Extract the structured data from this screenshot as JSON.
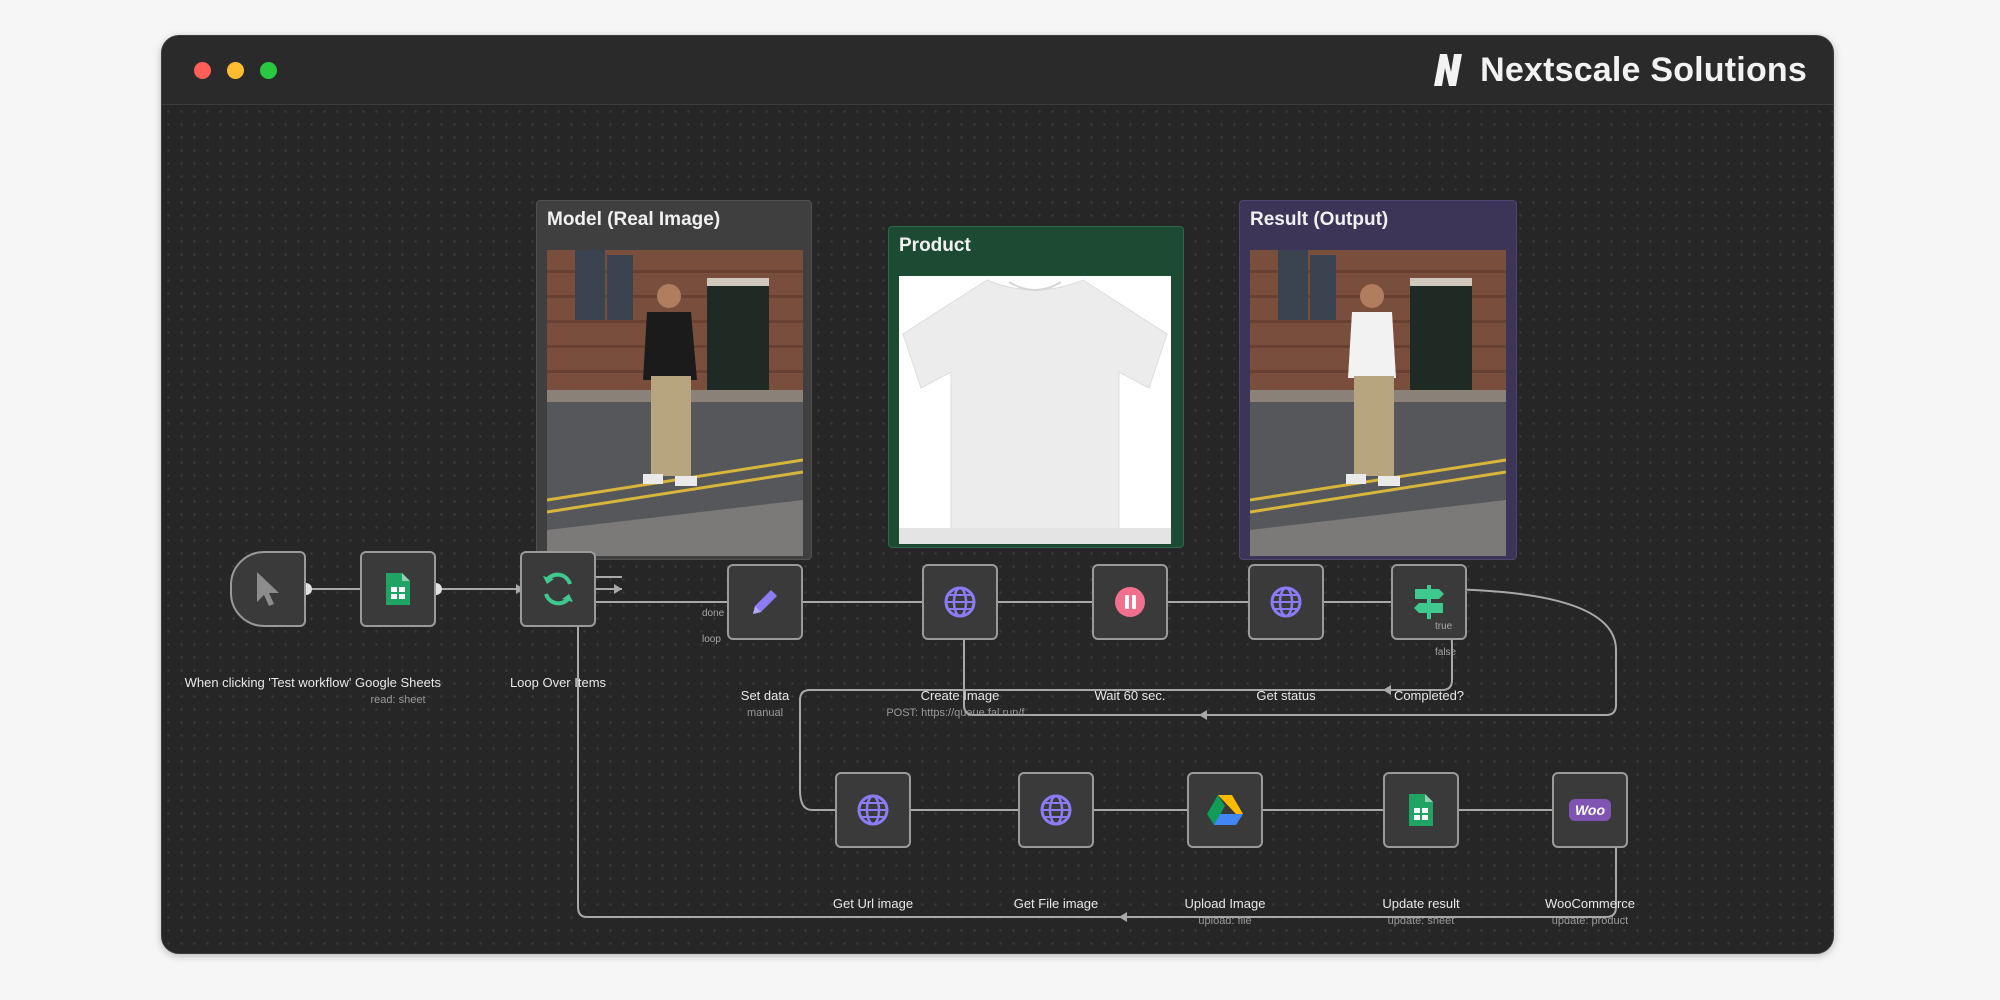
{
  "window": {
    "traffic_lights": [
      "#ff5f57",
      "#febc2e",
      "#28c840"
    ],
    "brand": {
      "logo_letter": "N",
      "name": "Nextscale Solutions"
    }
  },
  "notes": {
    "model": {
      "title": "Model (Real Image)",
      "color": "#3f3f3f"
    },
    "product": {
      "title": "Product",
      "color": "#1d4a32"
    },
    "result": {
      "title": "Result (Output)",
      "color": "#3c3558"
    }
  },
  "nodes": {
    "trigger": {
      "label": "When clicking 'Test workflow'",
      "icon": "cursor-icon"
    },
    "google_sheets": {
      "label": "Google Sheets",
      "sub": "read: sheet",
      "icon": "google-sheets-icon"
    },
    "loop": {
      "label": "Loop Over Items",
      "icon": "loop-icon",
      "port_done": "done",
      "port_loop": "loop"
    },
    "set_data": {
      "label": "Set data",
      "sub": "manual",
      "icon": "pencil-icon"
    },
    "create_image": {
      "label": "Create Image",
      "sub": "POST: https://queue.fal.run/f...",
      "icon": "globe-icon"
    },
    "wait": {
      "label": "Wait 60 sec.",
      "icon": "pause-icon"
    },
    "get_status": {
      "label": "Get status",
      "icon": "globe-icon"
    },
    "completed": {
      "label": "Completed?",
      "icon": "signpost-icon",
      "port_true": "true",
      "port_false": "false"
    },
    "get_url_image": {
      "label": "Get Url image",
      "icon": "globe-icon"
    },
    "get_file_image": {
      "label": "Get File image",
      "icon": "globe-icon"
    },
    "upload_image": {
      "label": "Upload Image",
      "sub": "upload: file",
      "icon": "google-drive-icon"
    },
    "update_result": {
      "label": "Update result",
      "sub": "update: sheet",
      "icon": "google-sheets-icon"
    },
    "woocommerce": {
      "label": "WooCommerce",
      "sub": "update: product",
      "icon": "woocommerce-icon",
      "logo_text": "Woo"
    }
  },
  "colors": {
    "wire": "#a9a9a9",
    "node_border": "#9a9a9a",
    "accent_purple": "#8b7cf6",
    "accent_green": "#3fc98f",
    "accent_pink": "#f0708e"
  }
}
